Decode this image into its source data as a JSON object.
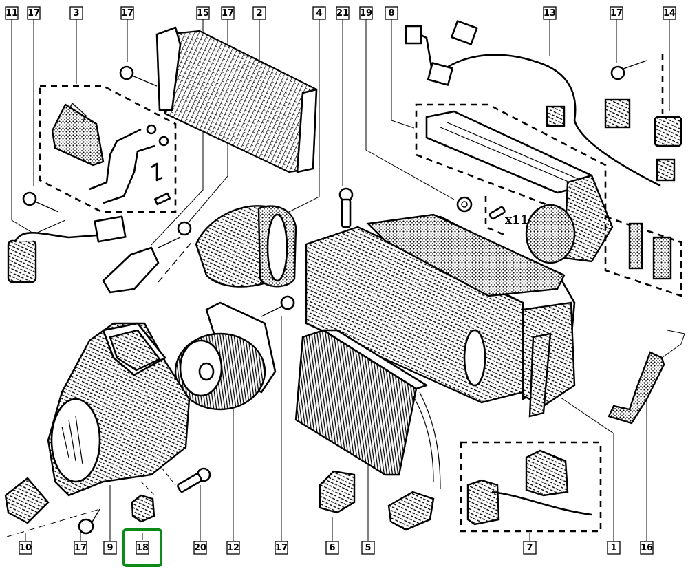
{
  "diagram": {
    "title": "Heater / air-conditioning unit exploded view",
    "highlight_color": "#0c8a1a",
    "line_color": "#000000",
    "selected_callout": "18",
    "quantity_note": "x11",
    "callouts_top": [
      "11",
      "17",
      "3",
      "17",
      "15",
      "17",
      "2",
      "4",
      "21",
      "19",
      "8",
      "13",
      "17",
      "14"
    ],
    "callouts_bottom": [
      "10",
      "17",
      "9",
      "18",
      "20",
      "12",
      "17",
      "6",
      "5",
      "7",
      "1",
      "16"
    ]
  }
}
